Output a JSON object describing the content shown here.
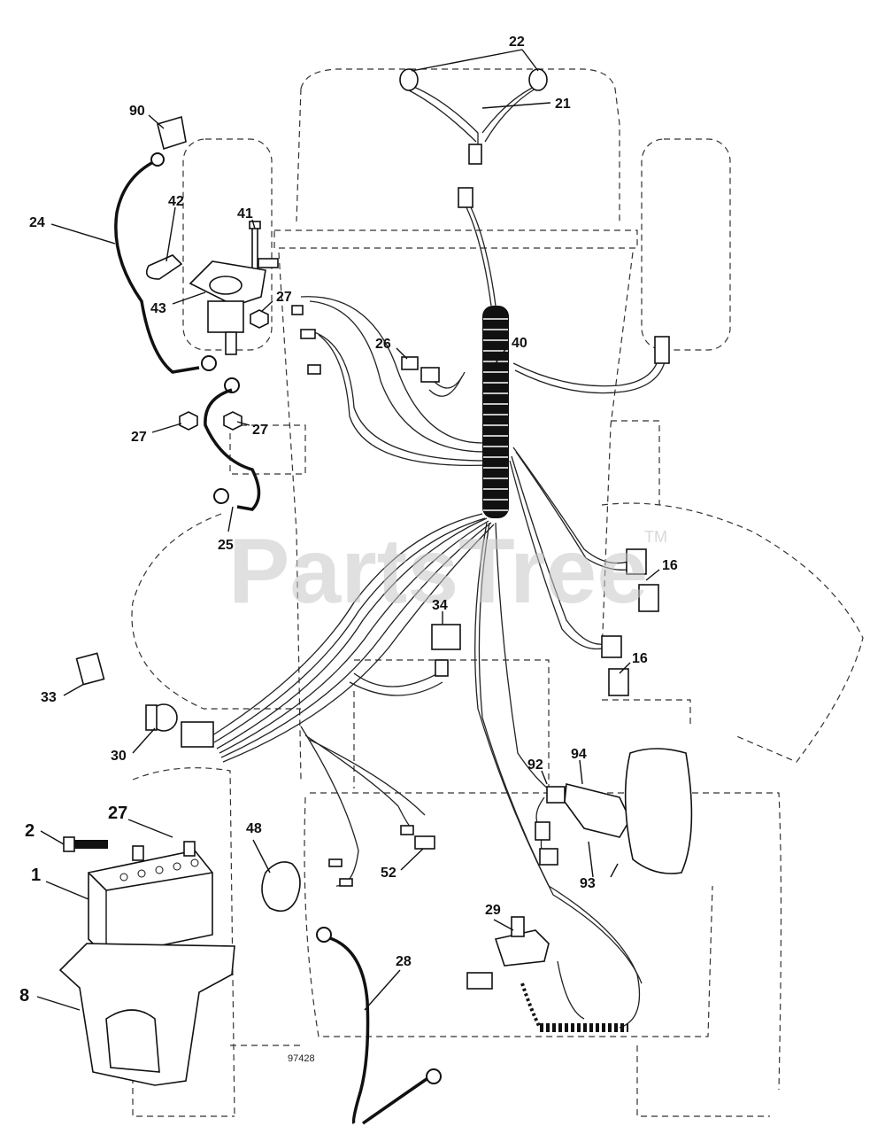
{
  "watermark": {
    "text": "PartsTree",
    "tm": "TM"
  },
  "drawing_number": "97428",
  "callouts": {
    "c22": "22",
    "c21": "21",
    "c90": "90",
    "c42": "42",
    "c41": "41",
    "c24": "24",
    "c43": "43",
    "c27a": "27",
    "c27b": "27",
    "c27c": "27",
    "c26": "26",
    "c40": "40",
    "c25": "25",
    "c16a": "16",
    "c16b": "16",
    "c34": "34",
    "c33": "33",
    "c30": "30",
    "c92": "92",
    "c94": "94",
    "c27d": "27",
    "c2": "2",
    "c48": "48",
    "c1": "1",
    "c52": "52",
    "c93": "93",
    "c29": "29",
    "c28": "28",
    "c8": "8"
  }
}
